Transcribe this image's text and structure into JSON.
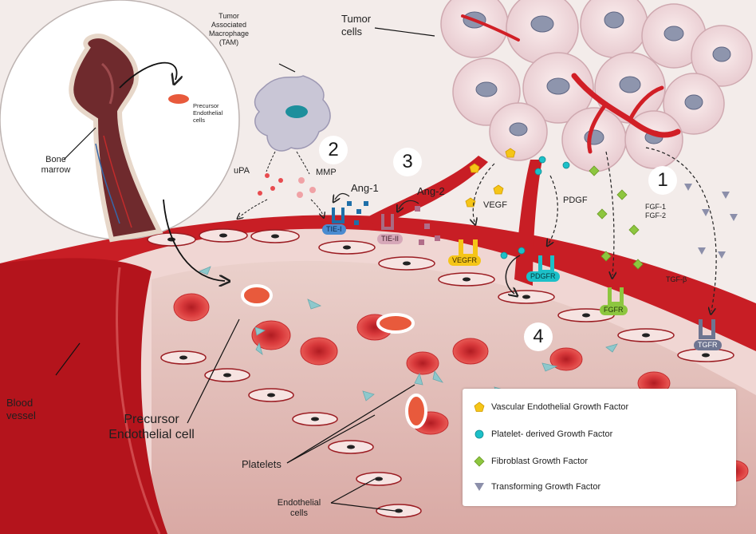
{
  "labels": {
    "tumor_cells": "Tumor\ncells",
    "tam": "Tumor\nAssociated\nMacrophage\n(TAM)",
    "precursor_small": "Precursor\nEndothelial\ncells",
    "bone_marrow": "Bone\nmarrow",
    "upa": "uPA",
    "mmp": "MMP",
    "ang1": "Ang-1",
    "ang2": "Ang-2",
    "vegf": "VEGF",
    "pdgf": "PDGF",
    "fgf": "FGF-1\nFGF-2",
    "tgf": "TGF-β",
    "blood_vessel": "Blood\nvessel",
    "precursor_big": "Precursor\nEndothelial cell",
    "platelets": "Platelets",
    "endothelial_cells": "Endothelial\ncells"
  },
  "receptors": {
    "tie1": "TIE-I",
    "tie2": "TIE-II",
    "vegfr": "VEGFR",
    "pdgfr": "PDGFR",
    "fgfr": "FGFR",
    "tgfr": "TGFR"
  },
  "steps": [
    "1",
    "2",
    "3",
    "4"
  ],
  "legend": [
    {
      "icon": "vegf-pentagon-icon",
      "color": "#f5c518",
      "text": "Vascular Endothelial Growth Factor"
    },
    {
      "icon": "pdgf-circle-icon",
      "color": "#1cc0c8",
      "text": "Platelet- derived Growth Factor"
    },
    {
      "icon": "fgf-diamond-icon",
      "color": "#8dc63f",
      "text": "Fibroblast Growth Factor"
    },
    {
      "icon": "tgf-triangle-icon",
      "color": "#8c8faa",
      "text": "Transforming Growth Factor"
    }
  ],
  "colors": {
    "vessel": "#c81e25",
    "vessel_inner": "#e8b9b5",
    "rbc": "#d2383a",
    "tumor": "#f3dee0",
    "tumor_nucleus": "#8e95ad",
    "platelet": "#8ec8cc",
    "vegfr": "#f5c518",
    "pdgfr": "#1cc0c8",
    "fgfr": "#8dc63f",
    "tgfr": "#6e7591",
    "tie1": "#4a8bd0",
    "tie2": "#a86b82"
  }
}
